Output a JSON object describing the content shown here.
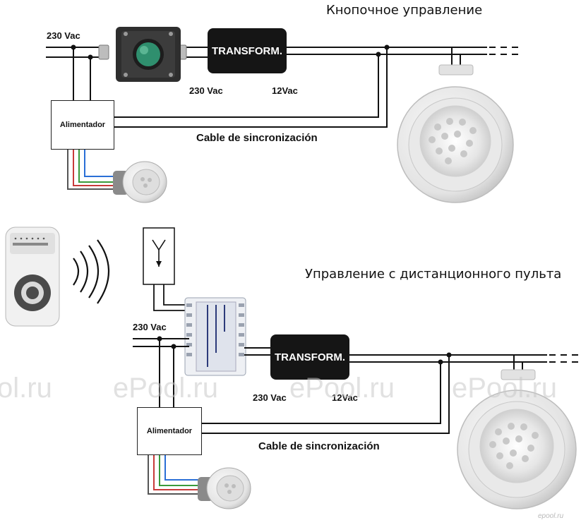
{
  "sections": {
    "button_control": {
      "title": "Кнопочное управление",
      "supply_label": "230 Vac",
      "transformer_label": "TRANSFORM.",
      "input_voltage_label": "230 Vac",
      "output_voltage_label": "12Vac",
      "power_supply_label": "Alimentador",
      "sync_cable_label": "Cable de sincronización"
    },
    "remote_control": {
      "title": "Управление с дистанционного пульта",
      "supply_label": "230 Vac",
      "transformer_label": "TRANSFORM.",
      "input_voltage_label": "230 Vac",
      "output_voltage_label": "12Vac",
      "power_supply_label": "Alimentador",
      "sync_cable_label": "Cable de sincronización"
    }
  },
  "watermarks": [
    "ol.ru",
    "ePool.ru",
    "ePool.ru",
    "ePool.ru"
  ],
  "credit": "epool.ru",
  "icons": [
    "push-button-icon",
    "spotlight-icon",
    "pool-light-icon",
    "remote-control-icon",
    "antenna-icon",
    "receiver-module-icon",
    "signal-waves-icon"
  ],
  "colors": {
    "wire": "#111111",
    "transformer": "#151515",
    "button_cap": "#2f8f6e",
    "lamp_ring": "#ececec",
    "wire_blue": "#2a6fd6",
    "wire_green": "#3a9a3a",
    "wire_red": "#c83a3a"
  }
}
